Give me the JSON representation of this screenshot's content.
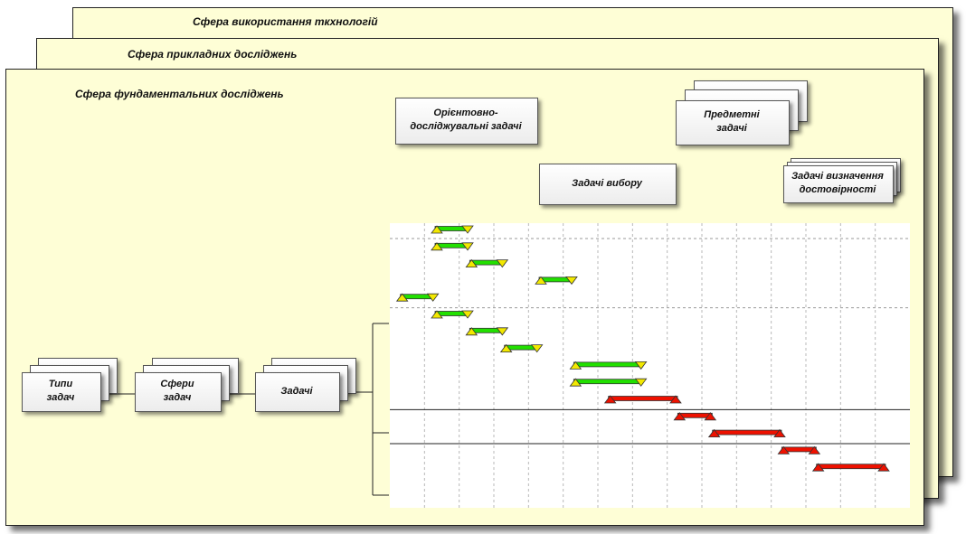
{
  "sheets": {
    "technology_use": "Сфера використання ткхнологій",
    "applied_research": "Сфера прикладних досліджень",
    "fundamental_research": "Сфера фундаментальних досліджень"
  },
  "boxes": {
    "task_types": "Типи\nзадач",
    "task_spheres": "Сфери\nзадач",
    "tasks": "Задачі",
    "exploratory": "Орієнтовно-\nдосліджувальні задачі",
    "choice": "Задачі вибору",
    "subject": "Предметні\nзадачі",
    "reliability": "Задачі визначення\nдостовірності"
  },
  "chart_data": {
    "type": "gantt",
    "title": "",
    "xlabel": "",
    "ylabel": "",
    "x_range": [
      0,
      15
    ],
    "grid": true,
    "groups": [
      {
        "rows": [
          0,
          1,
          2,
          3,
          4
        ],
        "separator": "dashed"
      },
      {
        "rows": [
          5,
          6,
          7,
          8,
          9,
          10
        ],
        "separator": "solid"
      },
      {
        "rows": [
          11,
          12
        ],
        "separator": "solid"
      },
      {
        "rows": [
          13,
          14
        ],
        "separator": "none"
      }
    ],
    "bars": [
      {
        "row": 0,
        "start": 1.2,
        "end": 2.4,
        "color": "#22e000"
      },
      {
        "row": 1,
        "start": 1.2,
        "end": 2.4,
        "color": "#22e000"
      },
      {
        "row": 2,
        "start": 2.2,
        "end": 3.4,
        "color": "#22e000"
      },
      {
        "row": 3,
        "start": 4.2,
        "end": 5.4,
        "color": "#22e000"
      },
      {
        "row": 4,
        "start": 0.2,
        "end": 1.4,
        "color": "#22e000"
      },
      {
        "row": 5,
        "start": 1.2,
        "end": 2.4,
        "color": "#22e000"
      },
      {
        "row": 6,
        "start": 2.2,
        "end": 3.4,
        "color": "#22e000"
      },
      {
        "row": 7,
        "start": 3.2,
        "end": 4.4,
        "color": "#22e000"
      },
      {
        "row": 8,
        "start": 5.2,
        "end": 7.4,
        "color": "#22e000"
      },
      {
        "row": 9,
        "start": 5.2,
        "end": 7.4,
        "color": "#22e000"
      },
      {
        "row": 10,
        "start": 6.2,
        "end": 8.4,
        "color": "#ee1100"
      },
      {
        "row": 11,
        "start": 8.2,
        "end": 9.4,
        "color": "#ee1100"
      },
      {
        "row": 12,
        "start": 9.2,
        "end": 11.4,
        "color": "#ee1100"
      },
      {
        "row": 13,
        "start": 11.2,
        "end": 12.4,
        "color": "#ee1100"
      },
      {
        "row": 14,
        "start": 12.2,
        "end": 14.4,
        "color": "#ee1100"
      }
    ]
  }
}
